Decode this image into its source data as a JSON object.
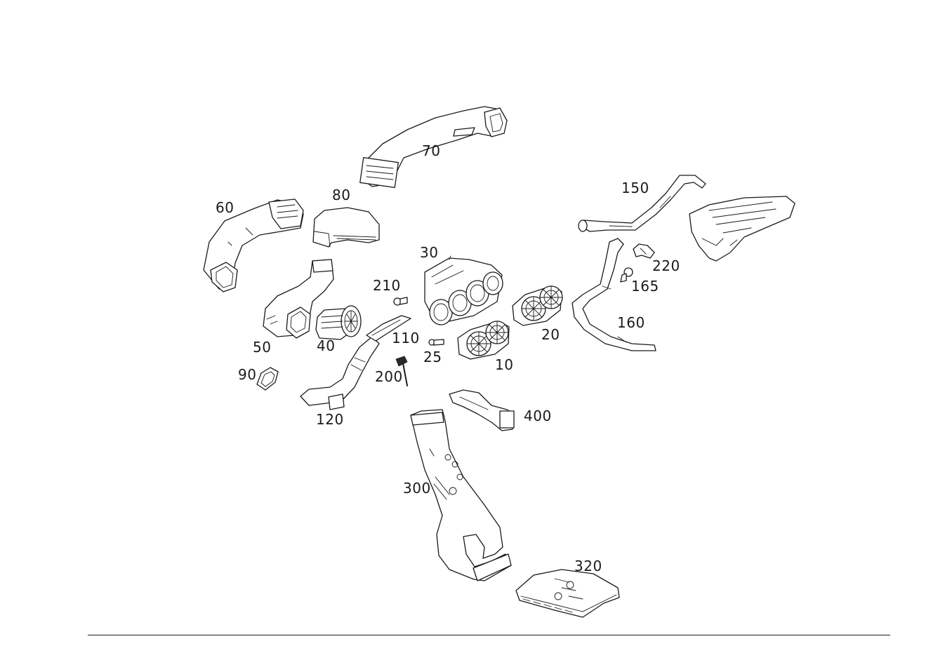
{
  "labels": {
    "p10": "10",
    "p20": "20",
    "p25": "25",
    "p30": "30",
    "p40": "40",
    "p50": "50",
    "p60": "60",
    "p70": "70",
    "p80": "80",
    "p90": "90",
    "p110": "110",
    "p120": "120",
    "p150": "150",
    "p160": "160",
    "p165": "165",
    "p200": "200",
    "p210": "210",
    "p220": "220",
    "p300": "300",
    "p320": "320",
    "p400": "400"
  }
}
